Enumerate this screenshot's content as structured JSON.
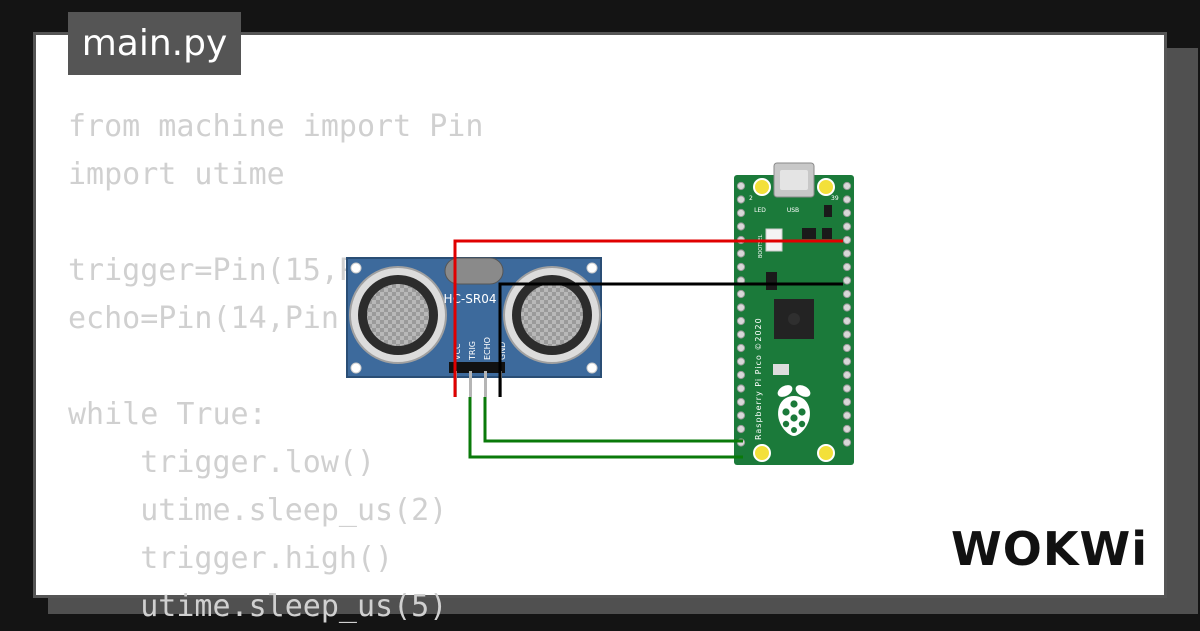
{
  "file_tab": {
    "label": "main.py"
  },
  "code": {
    "lines": [
      "from machine import Pin",
      "import utime",
      "",
      "trigger=Pin(15,Pin.OUT)",
      "echo=Pin(14,Pin.IN)",
      "",
      "while True:",
      "    trigger.low()",
      "    utime.sleep_us(2)",
      "    trigger.high()",
      "    utime.sleep_us(5)"
    ]
  },
  "sensor": {
    "model": "HC-SR04",
    "pins": [
      "VCC",
      "TRIG",
      "ECHO",
      "GND"
    ]
  },
  "board": {
    "name": "Raspberry Pi Pico ©2020",
    "labels": {
      "led": "LED",
      "usb": "USB",
      "bootsel": "BOOTSEL",
      "pin_2": "2",
      "pin_39": "39"
    }
  },
  "brand": {
    "logo_text": "WOKWi"
  },
  "colors": {
    "background": "#141414",
    "card": "#ffffff",
    "tab": "#555555",
    "code_text": "#d0d0d0",
    "pcb_green": "#1b7a3a",
    "sensor_blue": "#3d6a9c",
    "wire_vcc": "#e00000",
    "wire_gnd": "#000000",
    "wire_signal": "#0a7a0a"
  },
  "icons": [
    "raspberry-pi-logo-icon",
    "wokwi-logo"
  ]
}
